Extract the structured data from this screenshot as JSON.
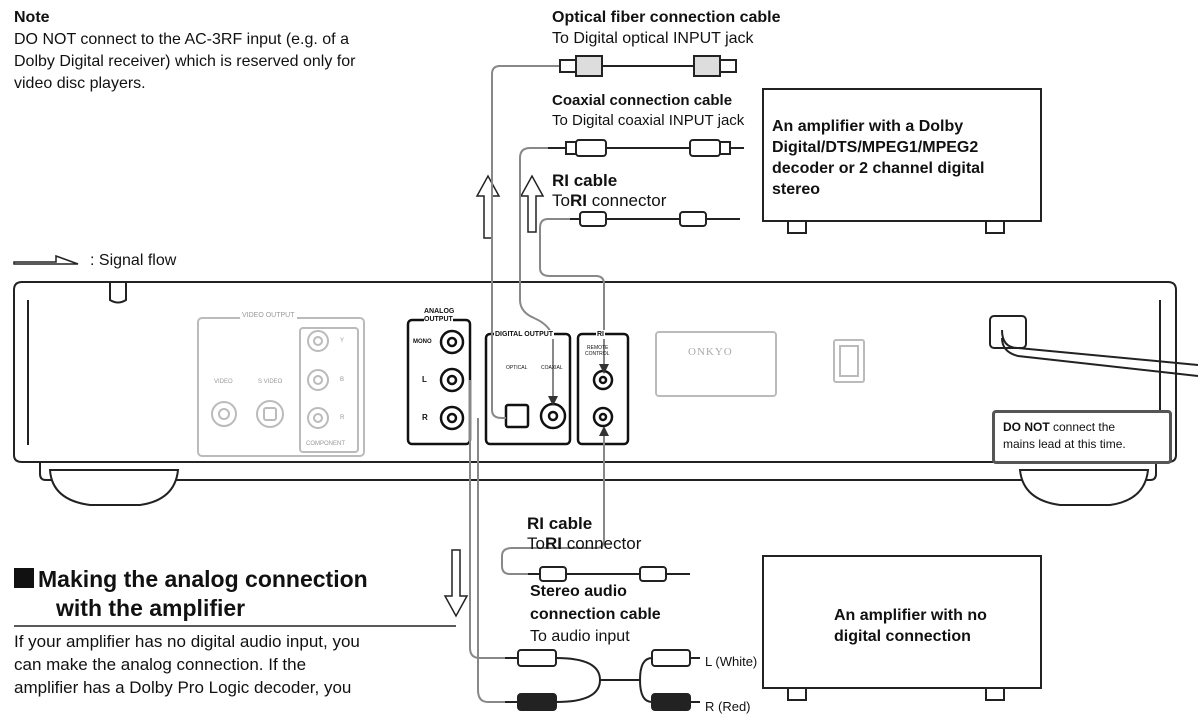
{
  "note": {
    "title": "Note",
    "lines": [
      "DO NOT connect to the AC-3RF input (e.g. of a",
      "Dolby Digital receiver) which is reserved only for",
      "video disc players."
    ]
  },
  "signal_flow_label": ": Signal flow",
  "cables": {
    "optical": {
      "title": "Optical fiber connection cable",
      "target": "To Digital optical INPUT jack"
    },
    "coaxial": {
      "title": "Coaxial connection cable",
      "target": "To Digital coaxial INPUT jack"
    },
    "ri_top": {
      "title": "RI cable",
      "target_prefix": "To",
      "target_logo": "RI",
      "target_suffix": " connector"
    },
    "ri_bottom": {
      "title": "RI cable",
      "target_prefix": "To",
      "target_logo": "RI",
      "target_suffix": " connector"
    },
    "stereo": {
      "title_line1": "Stereo audio",
      "title_line2": "connection cable",
      "target": "To audio input",
      "left_label": "L (White)",
      "right_label": "R (Red)"
    }
  },
  "amp_digital": {
    "lines": [
      "An amplifier with a Dolby",
      "Digital/DTS/MPEG1/MPEG2",
      "decoder or 2 channel digital",
      "stereo"
    ]
  },
  "amp_analog": {
    "lines": [
      "An amplifier with no",
      "digital connection"
    ]
  },
  "panel": {
    "video_output": "VIDEO OUTPUT",
    "video": "VIDEO",
    "s_video": "S VIDEO",
    "component": "COMPONENT",
    "y": "Y",
    "pb": "B",
    "pr": "R",
    "analog_output_1": "ANALOG",
    "analog_output_2": "OUTPUT",
    "mono": "MONO",
    "l": "L",
    "r": "R",
    "digital_output": "DIGITAL OUTPUT",
    "optical": "OPTICAL",
    "coaxial": "COAXIAL",
    "ri": "RI",
    "remote_1": "REMOTE",
    "remote_2": "CONTROL",
    "brand": "ONKYO"
  },
  "warning": {
    "bold": "DO NOT",
    "rest1": " connect the",
    "line2": "mains lead at this time."
  },
  "section": {
    "heading_line1": "Making the analog connection",
    "heading_line2": "with the amplifier",
    "para": [
      "If your amplifier has no digital audio input, you",
      "can make the analog connection. If the",
      "amplifier has a Dolby Pro Logic decoder, you"
    ]
  }
}
